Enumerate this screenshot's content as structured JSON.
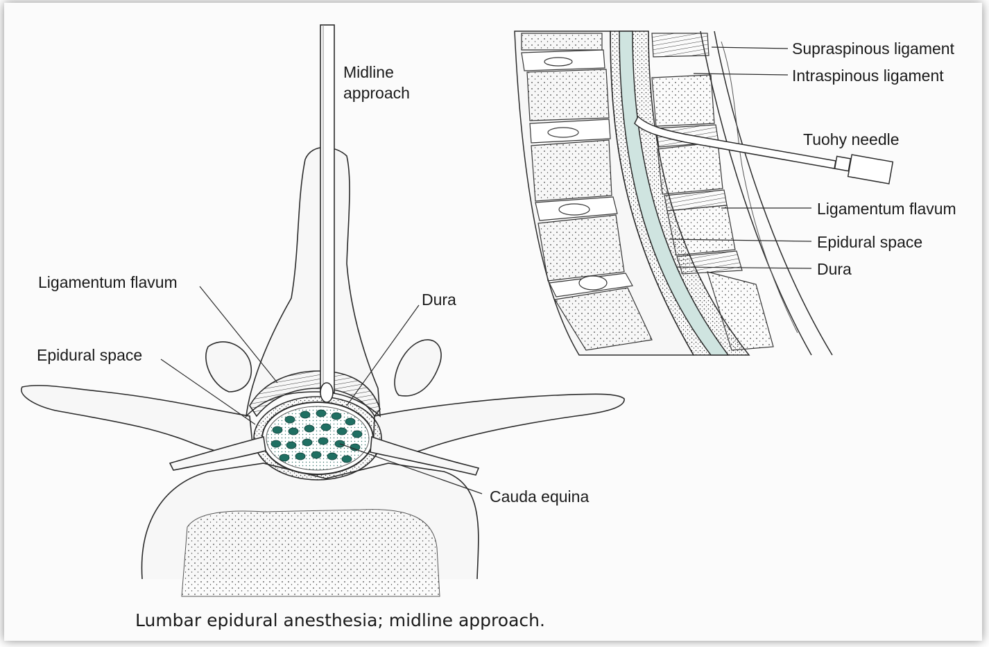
{
  "figure": {
    "caption": "Lumbar epidural anesthesia; midline approach.",
    "colors": {
      "line": "#2a2a2a",
      "bone_fill": "#f7f7f7",
      "nerve_fill": "#1f6f62",
      "dura_fill": "#9fc9c2"
    }
  },
  "cross_section": {
    "labels": {
      "midline_approach_line1": "Midline",
      "midline_approach_line2": "approach",
      "ligamentum_flavum": "Ligamentum flavum",
      "epidural_space": "Epidural space",
      "dura": "Dura",
      "cauda_equina": "Cauda equina"
    }
  },
  "sagittal_section": {
    "labels": {
      "supraspinous_ligament": "Supraspinous ligament",
      "intraspinous_ligament": "Intraspinous ligament",
      "tuohy_needle": "Tuohy needle",
      "ligamentum_flavum": "Ligamentum flavum",
      "epidural_space": "Epidural space",
      "dura": "Dura"
    }
  }
}
